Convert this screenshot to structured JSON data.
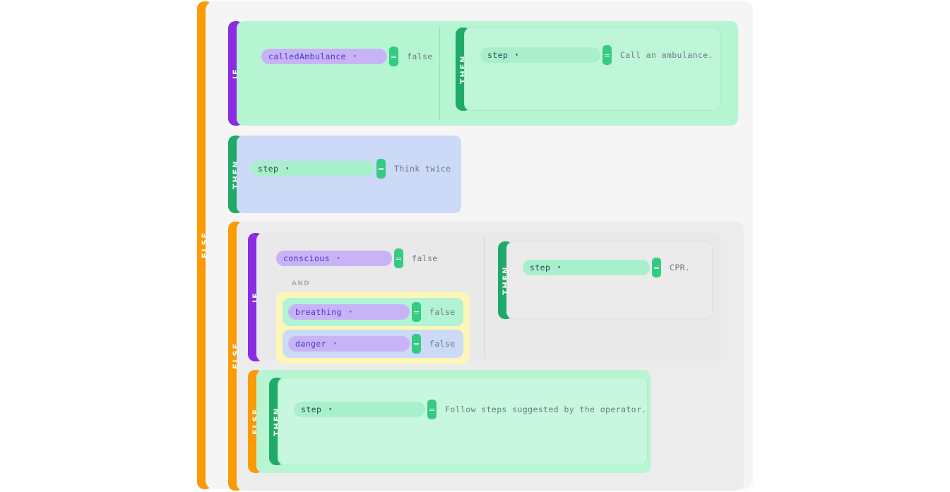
{
  "labels": {
    "if": "IF",
    "then": "THEN",
    "else": "ELSE",
    "and": "AND",
    "equals": "=",
    "caret": "▾"
  },
  "colors": {
    "if_rail": "#8b2be2",
    "then_rail": "#1faa68",
    "else_rail": "#fb9a02",
    "equals_badge": "#34cb82",
    "variable_pill": "#c9b3f7",
    "step_pill": "#a8f0cc",
    "group_highlight": "#fcf6b8",
    "page_background": "#ffffff",
    "canvas": "#f5f5f5"
  },
  "rules": {
    "branch1": {
      "keyword": "IF",
      "condition": {
        "variable": "calledAmbulance",
        "operator": "=",
        "value": "false"
      },
      "then": {
        "keyword": "THEN",
        "action": {
          "variable": "step",
          "operator": "=",
          "value": "Call an ambulance."
        }
      }
    },
    "branch2": {
      "keyword": "THEN",
      "action": {
        "variable": "step",
        "operator": "=",
        "value": "Think twice"
      }
    },
    "branch3": {
      "keyword": "ELSE",
      "nested_if": {
        "keyword": "IF",
        "conditions": [
          {
            "variable": "conscious",
            "operator": "=",
            "value": "false"
          }
        ],
        "connector": "AND",
        "group": [
          {
            "variable": "breathing",
            "operator": "=",
            "value": "false"
          },
          {
            "variable": "danger",
            "operator": "=",
            "value": "false"
          }
        ],
        "then": {
          "keyword": "THEN",
          "action": {
            "variable": "step",
            "operator": "=",
            "value": "CPR."
          }
        }
      },
      "nested_else": {
        "keyword": "ELSE",
        "then": {
          "keyword": "THEN",
          "action": {
            "variable": "step",
            "operator": "=",
            "value": "Follow steps suggested by the operator."
          }
        }
      }
    },
    "outer": {
      "keyword": "ELSE"
    }
  }
}
